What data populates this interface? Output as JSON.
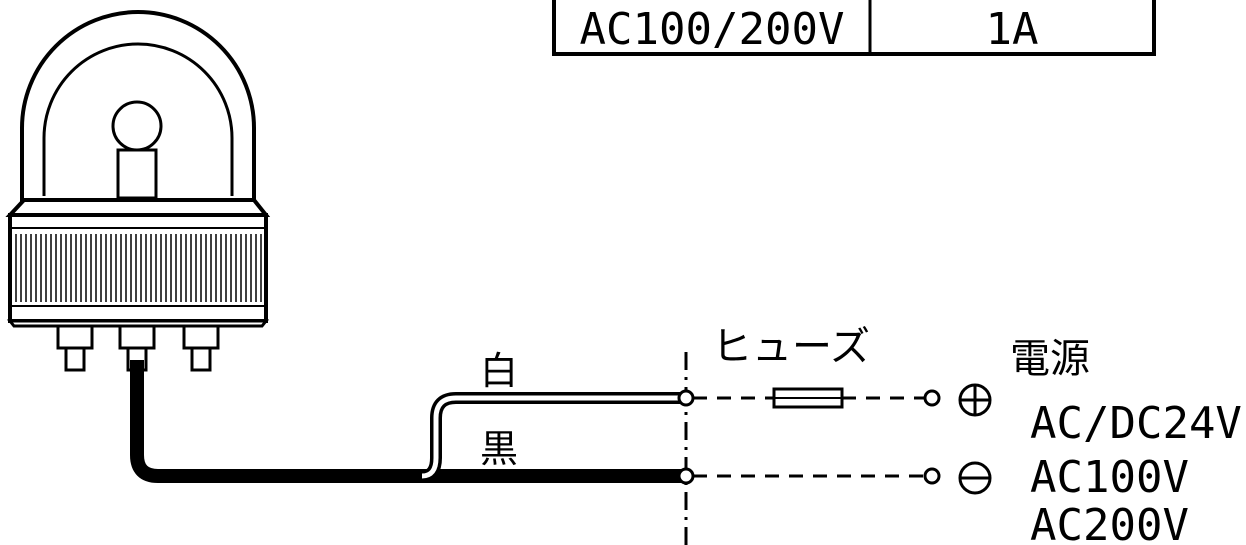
{
  "rating_table": {
    "voltage": "AC100/200V",
    "current": "1A"
  },
  "labels": {
    "fuse": "ヒューズ",
    "power_source": "電源",
    "white_wire": "白",
    "black_wire": "黒",
    "plus_symbol": "⊕",
    "minus_symbol": "⊖"
  },
  "power_voltages": [
    "AC/DC24V",
    "AC100V",
    "AC200V"
  ],
  "colors": {
    "line": "#000000",
    "background": "#ffffff"
  }
}
